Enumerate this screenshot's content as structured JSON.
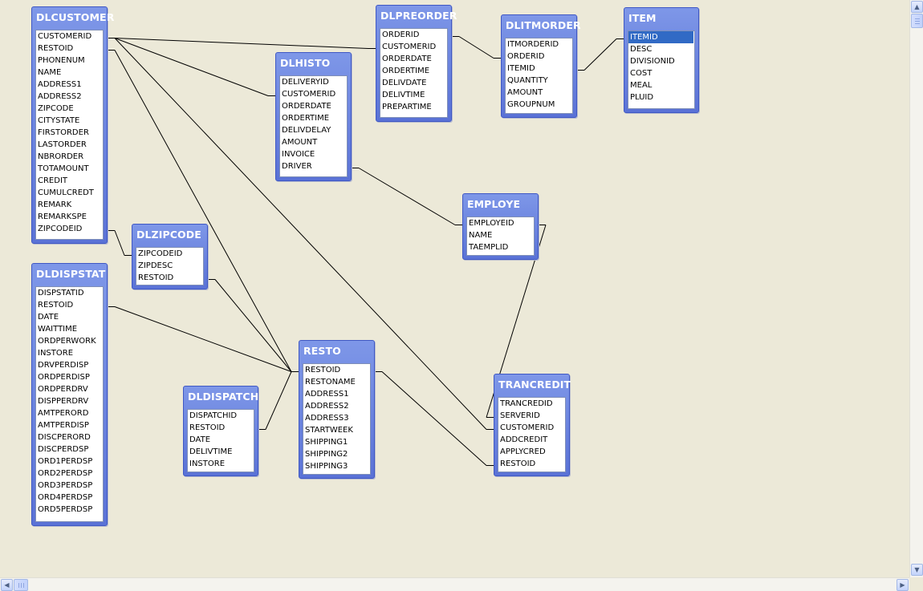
{
  "tables": [
    {
      "id": "dlcustomer",
      "title": "DLCUSTOMER",
      "fields": [
        "CUSTOMERID",
        "RESTOID",
        "PHONENUM",
        "NAME",
        "ADDRESS1",
        "ADDRESS2",
        "ZIPCODE",
        "CITYSTATE",
        "FIRSTORDER",
        "LASTORDER",
        "NBRORDER",
        "TOTAMOUNT",
        "CREDIT",
        "CUMULCREDT",
        "REMARK",
        "REMARKSPE",
        "ZIPCODEID"
      ]
    },
    {
      "id": "dlpreorder",
      "title": "DLPREORDER",
      "fields": [
        "ORDERID",
        "CUSTOMERID",
        "ORDERDATE",
        "ORDERTIME",
        "DELIVDATE",
        "DELIVTIME",
        "PREPARTIME"
      ]
    },
    {
      "id": "dlitmorder",
      "title": "DLITMORDER",
      "fields": [
        "ITMORDERID",
        "ORDERID",
        "ITEMID",
        "QUANTITY",
        "AMOUNT",
        "GROUPNUM"
      ]
    },
    {
      "id": "item",
      "title": "ITEM",
      "fields": [
        "ITEMID",
        "DESC",
        "DIVISIONID",
        "COST",
        "MEAL",
        "PLUID"
      ],
      "selected": "ITEMID"
    },
    {
      "id": "dlhisto",
      "title": "DLHISTO",
      "fields": [
        "DELIVERYID",
        "CUSTOMERID",
        "ORDERDATE",
        "ORDERTIME",
        "DELIVDELAY",
        "AMOUNT",
        "INVOICE",
        "DRIVER"
      ]
    },
    {
      "id": "employe",
      "title": "EMPLOYE",
      "fields": [
        "EMPLOYEID",
        "NAME",
        "TAEMPLID"
      ]
    },
    {
      "id": "dlzipcode",
      "title": "DLZIPCODE",
      "fields": [
        "ZIPCODEID",
        "ZIPDESC",
        "RESTOID"
      ]
    },
    {
      "id": "dldispstat",
      "title": "DLDISPSTAT",
      "fields": [
        "DISPSTATID",
        "RESTOID",
        "DATE",
        "WAITTIME",
        "ORDPERWORK",
        "INSTORE",
        "DRVPERDISP",
        "ORDPERDISP",
        "ORDPERDRV",
        "DISPPERDRV",
        "AMTPERORD",
        "AMTPERDISP",
        "DISCPERORD",
        "DISCPERDSP",
        "ORD1PERDSP",
        "ORD2PERDSP",
        "ORD3PERDSP",
        "ORD4PERDSP",
        "ORD5PERDSP"
      ]
    },
    {
      "id": "resto",
      "title": "RESTO",
      "fields": [
        "RESTOID",
        "RESTONAME",
        "ADDRESS1",
        "ADDRESS2",
        "ADDRESS3",
        "STARTWEEK",
        "SHIPPING1",
        "SHIPPING2",
        "SHIPPING3"
      ]
    },
    {
      "id": "dldispatch",
      "title": "DLDISPATCH",
      "fields": [
        "DISPATCHID",
        "RESTOID",
        "DATE",
        "DELIVTIME",
        "INSTORE"
      ]
    },
    {
      "id": "trancredit",
      "title": "TRANCREDIT",
      "fields": [
        "TRANCREDID",
        "SERVERID",
        "CUSTOMERID",
        "ADDCREDIT",
        "APPLYCRED",
        "RESTOID"
      ]
    }
  ],
  "relationships": [
    {
      "from": "dlcustomer.CUSTOMERID",
      "to": "dlpreorder.CUSTOMERID"
    },
    {
      "from": "dlcustomer.CUSTOMERID",
      "to": "dlhisto.CUSTOMERID"
    },
    {
      "from": "dlcustomer.CUSTOMERID",
      "to": "trancredit.CUSTOMERID"
    },
    {
      "from": "dlcustomer.RESTOID",
      "to": "resto.RESTOID"
    },
    {
      "from": "dlcustomer.ZIPCODEID",
      "to": "dlzipcode.ZIPCODEID"
    },
    {
      "from": "dlpreorder.ORDERID",
      "to": "dlitmorder.ORDERID"
    },
    {
      "from": "dlitmorder.ITEMID",
      "to": "item.ITEMID"
    },
    {
      "from": "dlhisto.DRIVER",
      "to": "employe.EMPLOYEID"
    },
    {
      "from": "employe.EMPLOYEID",
      "to": "trancredit.SERVERID"
    },
    {
      "from": "dlzipcode.RESTOID",
      "to": "resto.RESTOID"
    },
    {
      "from": "dldispstat.RESTOID",
      "to": "resto.RESTOID"
    },
    {
      "from": "dldispatch.RESTOID",
      "to": "resto.RESTOID"
    },
    {
      "from": "resto.RESTOID",
      "to": "trancredit.RESTOID"
    }
  ],
  "scrollbars": {
    "vertical": {
      "up_icon": "scroll-up-icon",
      "down_icon": "scroll-down-icon"
    },
    "horizontal": {
      "left_icon": "scroll-left-icon",
      "right_icon": "scroll-right-icon"
    }
  },
  "colors": {
    "canvas": "#ece9d8",
    "title_bar": "#6b85e0",
    "selection": "#316ac5"
  }
}
